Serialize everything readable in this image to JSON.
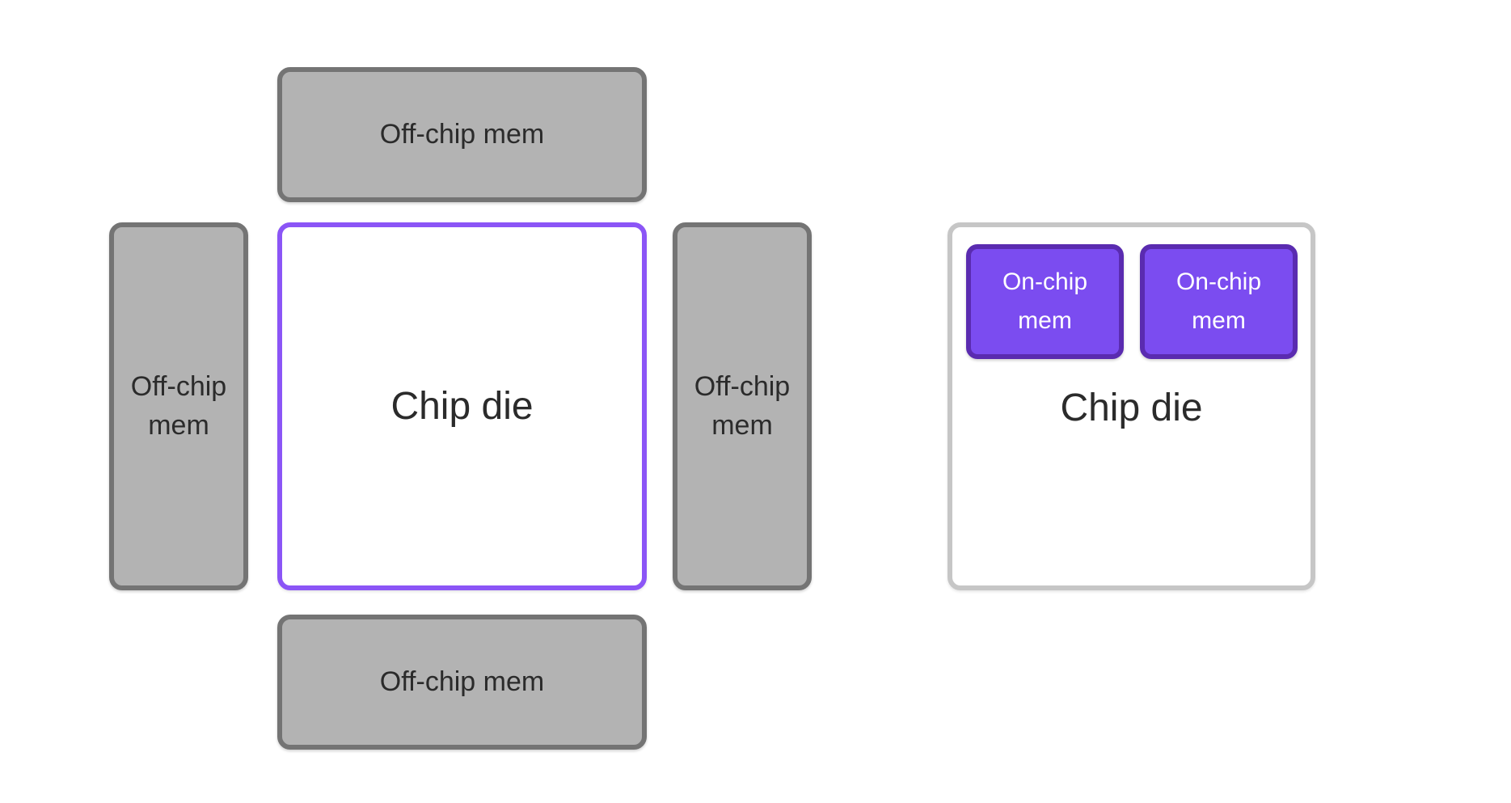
{
  "colors": {
    "off_chip_fill": "#b3b3b3",
    "off_chip_border": "#747474",
    "chip_die_border_left": "#8b55f6",
    "chip_die_border_right": "#c6c6c6",
    "on_chip_fill": "#7b4cf0",
    "on_chip_border": "#5a2bb0",
    "text_dark": "#2b2b2b",
    "text_light": "#ffffff",
    "background": "#ffffff"
  },
  "left_diagram": {
    "chip_die_label": "Chip die",
    "off_chip_top": "Off-chip mem",
    "off_chip_left": "Off-chip mem",
    "off_chip_right": "Off-chip mem",
    "off_chip_bottom": "Off-chip mem"
  },
  "right_diagram": {
    "chip_die_label": "Chip die",
    "on_chip_1": "On-chip mem",
    "on_chip_2": "On-chip mem"
  }
}
